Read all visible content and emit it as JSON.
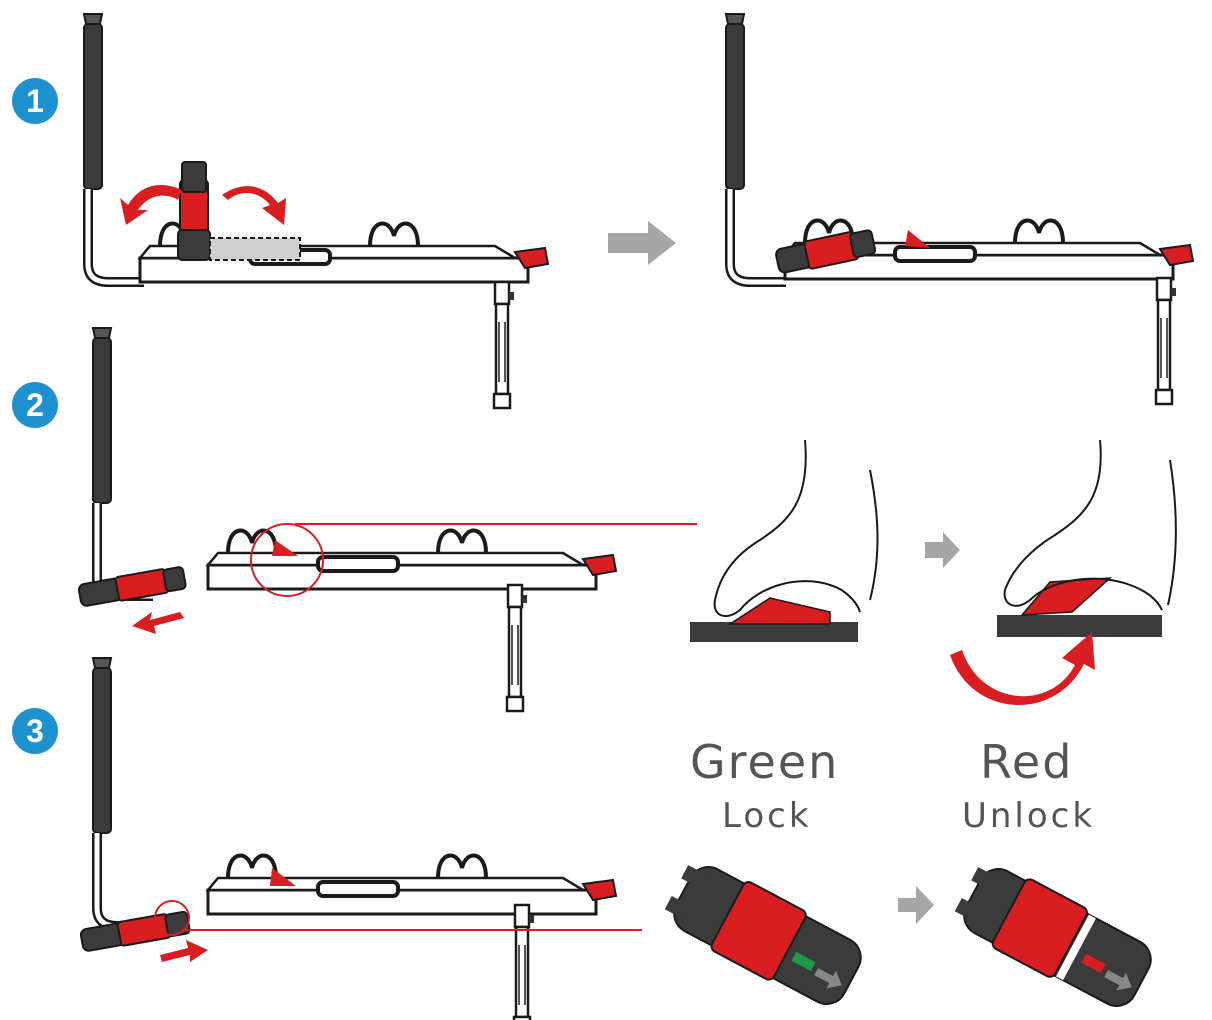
{
  "colors": {
    "badge": "#1E92CF",
    "accent": "#D91E22",
    "handle": "#3B3B3B",
    "frame": "#1a1a1a",
    "arrow_gray": "#A6A6A6",
    "green": "#1E9A4A"
  },
  "steps": [
    {
      "label": "1"
    },
    {
      "label": "2"
    },
    {
      "label": "3"
    }
  ],
  "states": {
    "lock": {
      "title": "Green",
      "subtitle": "Lock"
    },
    "unlock": {
      "title": "Red",
      "subtitle": "Unlock"
    }
  },
  "icons": [
    "step-arrow-icon",
    "rotate-arrow-icon",
    "pull-arrow-icon",
    "push-arrow-icon",
    "finger-hand-icon",
    "connector-icon"
  ]
}
